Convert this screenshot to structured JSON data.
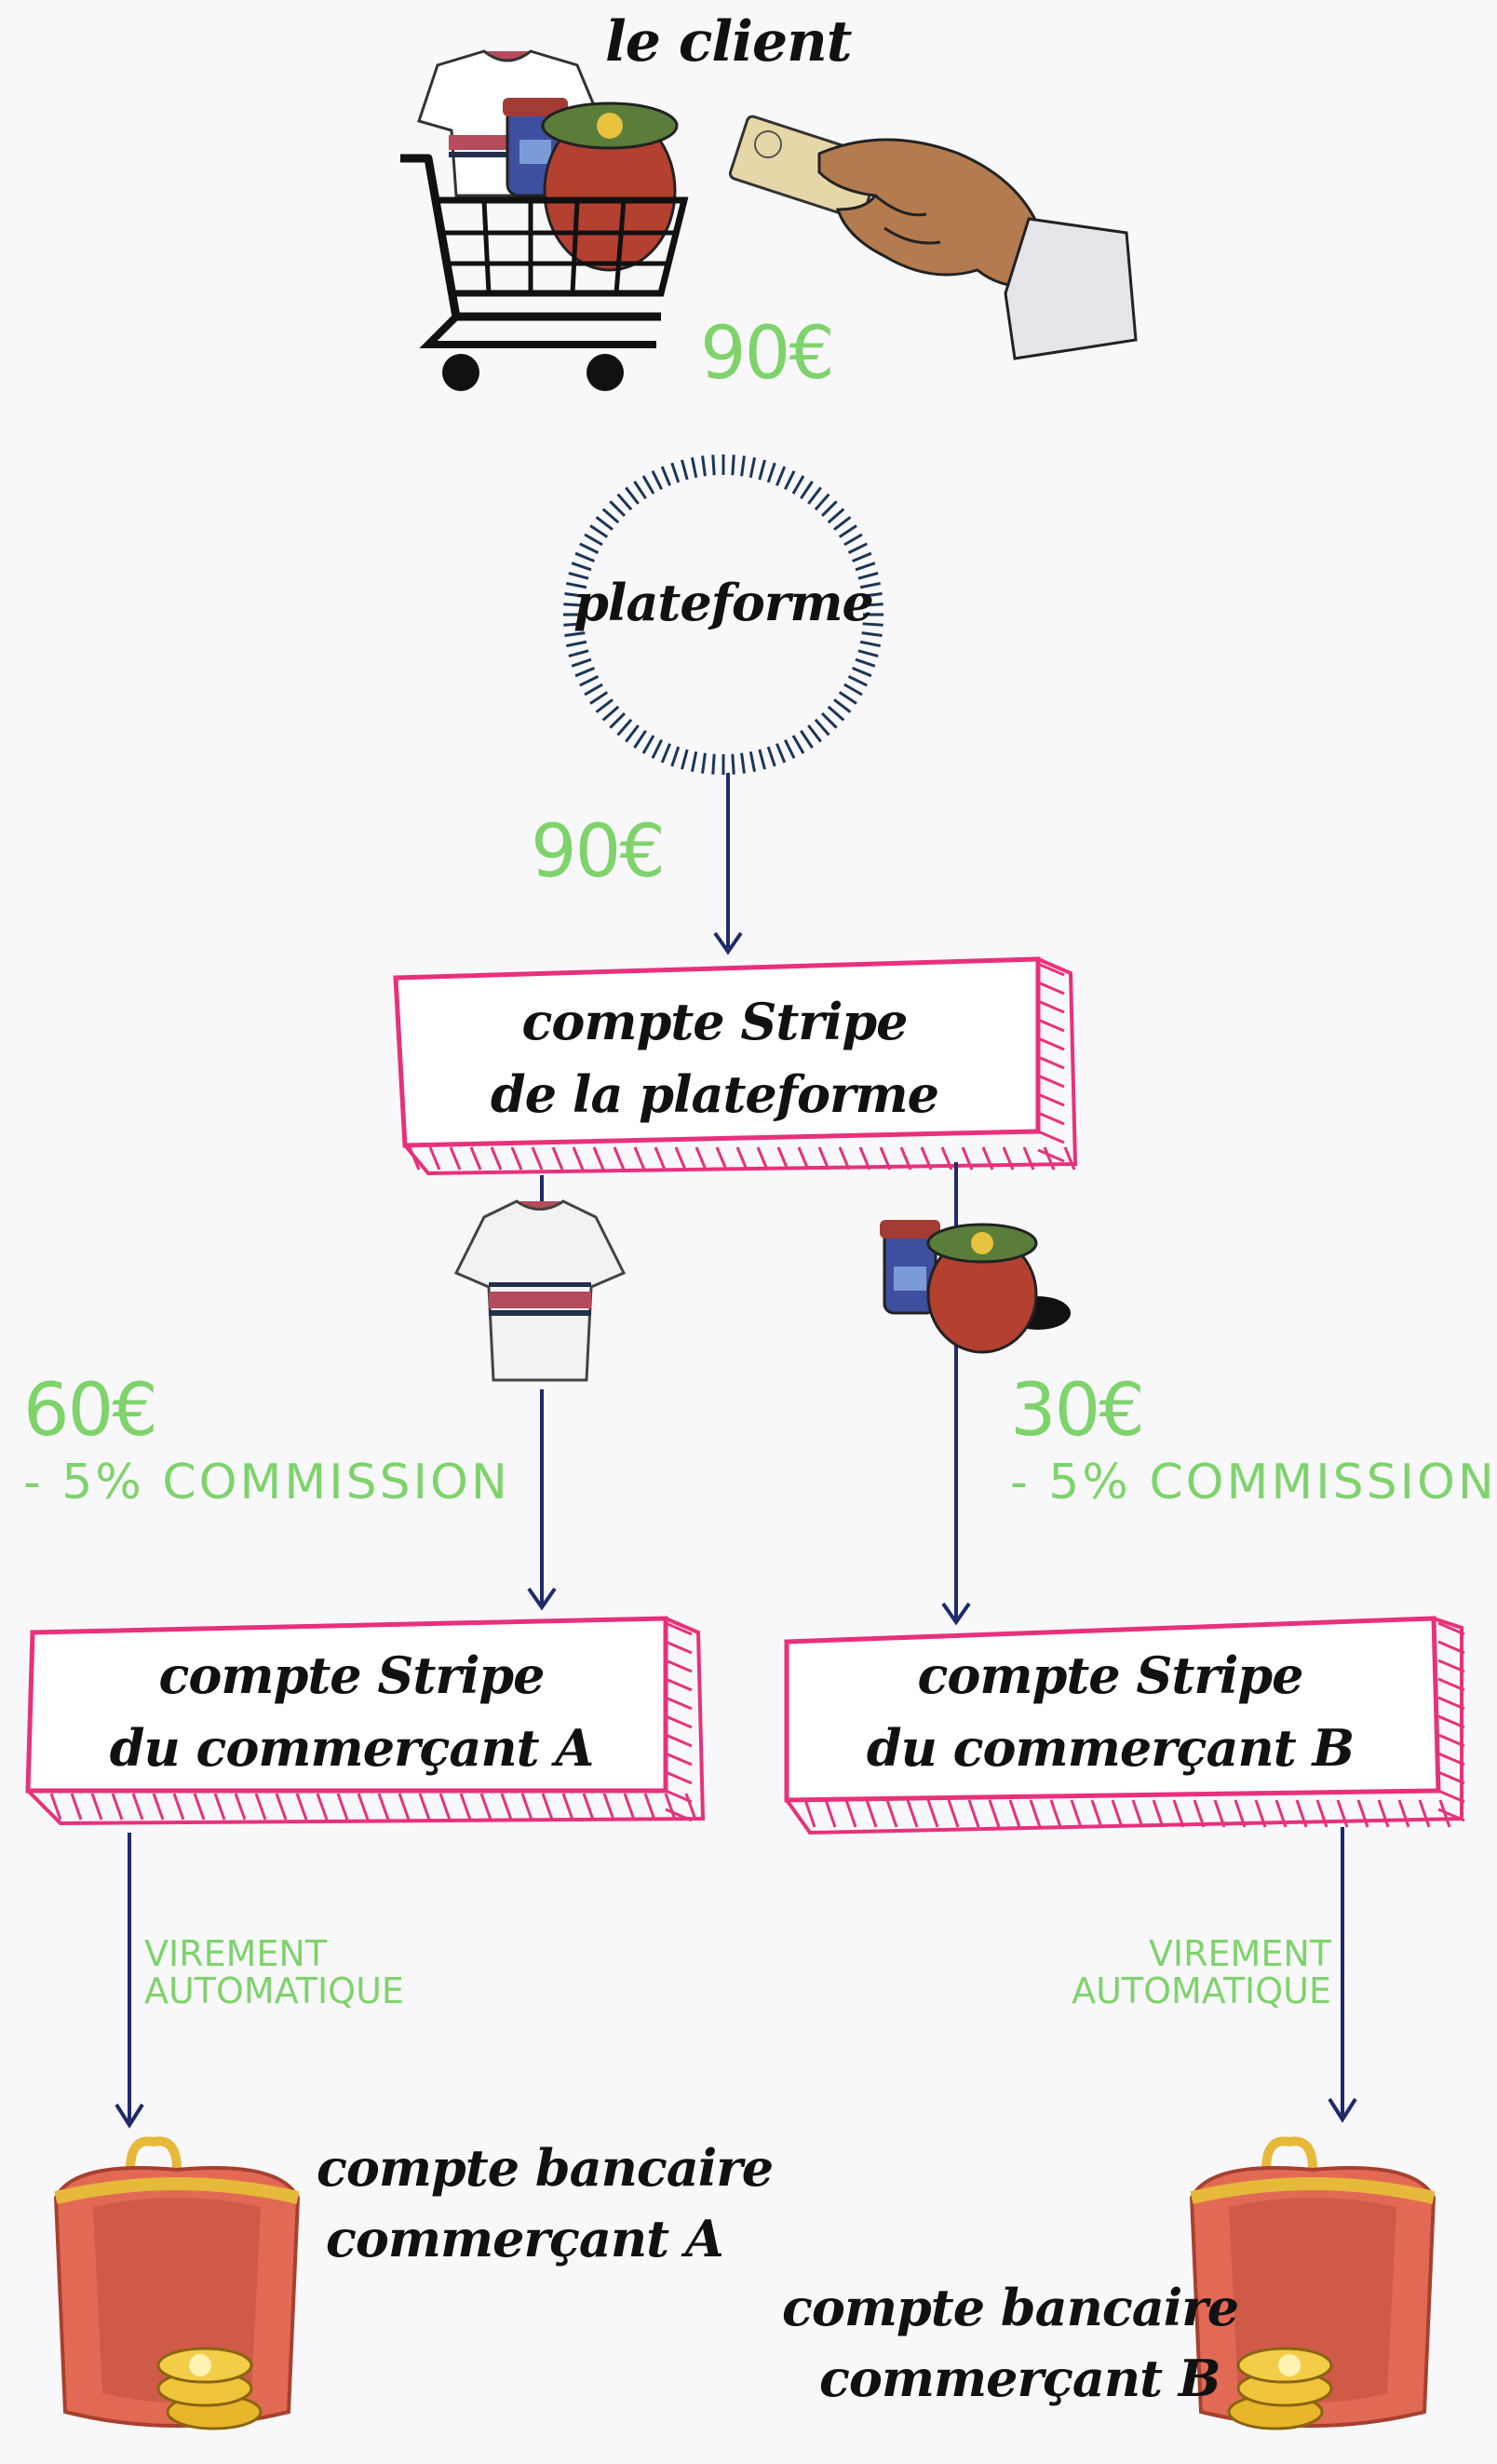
{
  "client": {
    "label": "le client",
    "amount": "90€"
  },
  "platform": {
    "label": "plateforme",
    "amount": "90€"
  },
  "platform_account": {
    "line1": "compte Stripe",
    "line2": "de la plateforme"
  },
  "merchant_a": {
    "amount": "60€",
    "commission": "- 5% COMMISSION",
    "account_line1": "compte Stripe",
    "account_line2": "du commerçant A",
    "transfer_line1": "VIREMENT",
    "transfer_line2": "AUTOMATIQUE",
    "bank_line1": "compte bancaire",
    "bank_line2": "commerçant A"
  },
  "merchant_b": {
    "amount": "30€",
    "commission": "- 5% COMMISSION",
    "account_line1": "compte Stripe",
    "account_line2": "du commerçant B",
    "transfer_line1": "VIREMENT",
    "transfer_line2": "AUTOMATIQUE",
    "bank_line1": "compte bancaire",
    "bank_line2": "commerçant B"
  },
  "colors": {
    "accent_green": "#7ed36b",
    "box_pink": "#e8317a",
    "arrow_navy": "#1f2a6b",
    "dial_navy": "#1b3556"
  },
  "icons": [
    "shopping-cart-icon",
    "credit-card-hand-icon",
    "tshirt-icon",
    "jam-jar-icon",
    "purse-icon",
    "coin-icon"
  ]
}
